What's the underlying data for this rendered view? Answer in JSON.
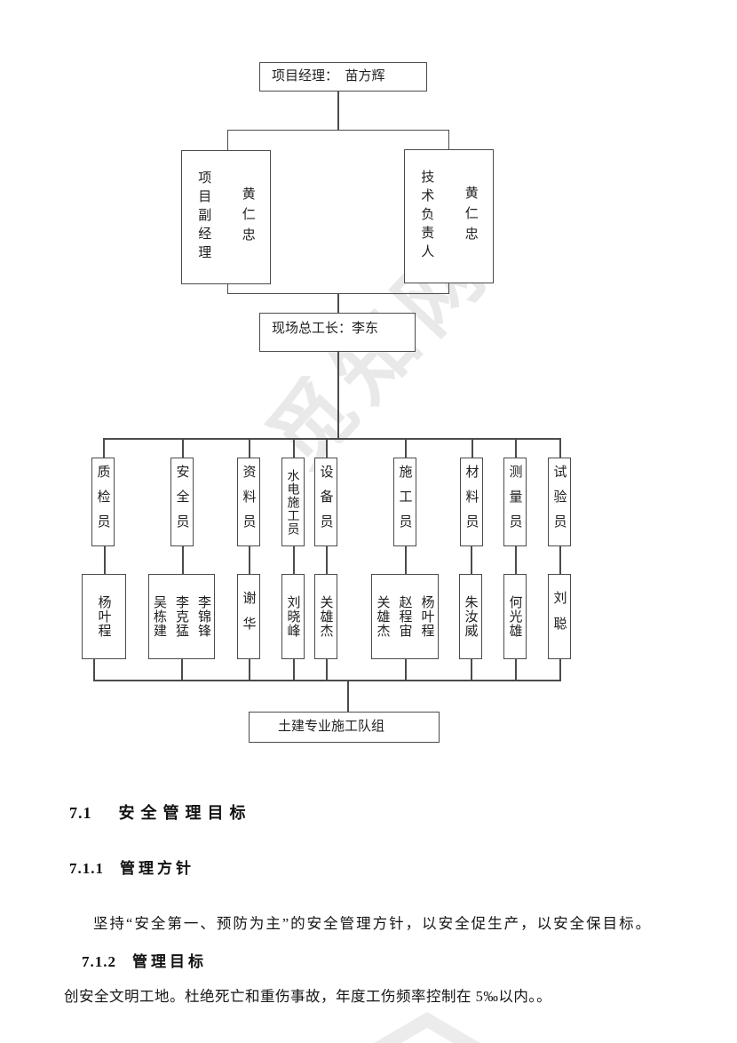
{
  "watermark": {
    "text": "觅知网"
  },
  "chart": {
    "top_box": "项目经理：　苗方辉",
    "deputy_role": "项目副经理",
    "deputy_name": "黄仁忠",
    "tech_role": "技术负责人",
    "tech_name": "黄仁忠",
    "foreman_box": "现场总工长：李东",
    "roles": [
      "质检员",
      "安全员",
      "资料员",
      "水电施工员",
      "设备员",
      "施工员",
      "材料员",
      "测量员",
      "试验员"
    ],
    "names": [
      "杨叶程",
      "李锦锋\n李克猛\n吴栋建",
      "谢华",
      "刘晓峰",
      "关雄杰",
      "杨叶程\n赵程宙\n关雄杰",
      "朱汝威",
      "何光雄",
      "刘聪"
    ],
    "bottom_box": "土建专业施工队组"
  },
  "sections": {
    "s1_num": "7.1",
    "s1_title": "安全管理目标",
    "s2_num": "7.1.1",
    "s2_title": "管理方针",
    "p1": "坚持“安全第一、预防为主”的安全管理方针，以安全促生产，以安全保目标。",
    "s3_num": "7.1.2",
    "s3_title": "管理目标",
    "p2": "创安全文明工地。杜绝死亡和重伤事故，年度工伤频率控制在 5‰以内。。"
  },
  "colors": {
    "line": "#4b4b4b",
    "text": "#1f1f1f",
    "watermark": "#e9e9e9"
  }
}
